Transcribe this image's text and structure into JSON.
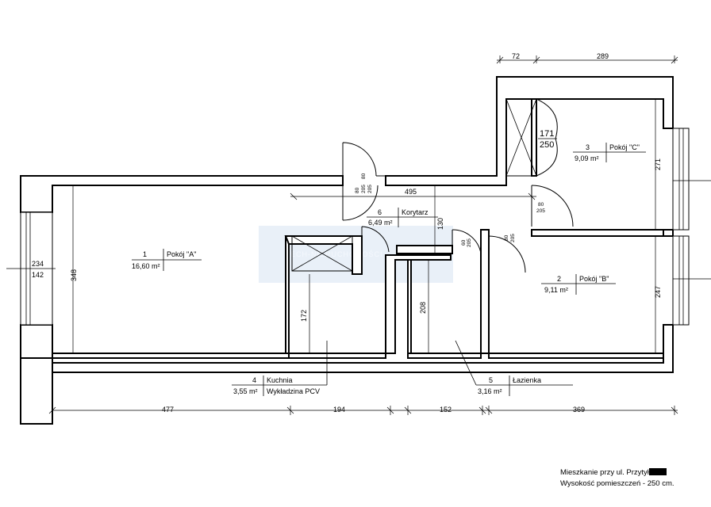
{
  "rooms": [
    {
      "num": "1",
      "name": "Pokój \"A\"",
      "area": "16,60 m²"
    },
    {
      "num": "2",
      "name": "Pokój \"B\"",
      "area": "9,11 m²"
    },
    {
      "num": "3",
      "name": "Pokój \"C\"",
      "area": "9,09 m²"
    },
    {
      "num": "4",
      "name": "Kuchnia",
      "area": "3,55 m²",
      "note": "Wykładzina PCV"
    },
    {
      "num": "5",
      "name": "Łazienka",
      "area": "3,16 m²"
    },
    {
      "num": "6",
      "name": "Korytarz",
      "area": "6,49 m²"
    }
  ],
  "dimensions": {
    "top_72": "72",
    "top_289": "289",
    "corridor_495": "495",
    "left_348": "348",
    "window_234": "234",
    "window_142": "142",
    "c_271": "271",
    "b_247": "247",
    "kitchen_172": "172",
    "bath_208": "208",
    "corridor_130": "130",
    "bottom_477": "477",
    "bottom_194": "194",
    "bottom_152": "152",
    "bottom_369": "369",
    "wardrobe_171": "171",
    "wardrobe_250": "250"
  },
  "doors": {
    "entry_a": "80",
    "entry_b": "80",
    "entry_c": "205",
    "entry_d": "205",
    "c_door_w": "80",
    "c_door_h": "205",
    "b_door_w": "80",
    "b_door_h": "205",
    "bath_door_w": "60",
    "bath_door_h": "205"
  },
  "watermark": "LECH-NIERUCHOMOŚCI",
  "caption": {
    "line1": "Mieszkanie przy ul. Przytył",
    "line2": "Wysokość pomieszczeń   - 250 cm."
  }
}
